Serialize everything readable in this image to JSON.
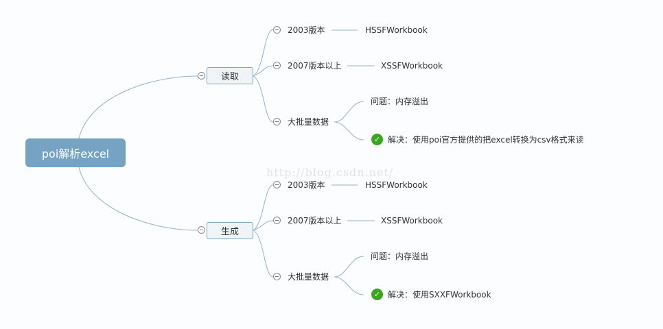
{
  "root": {
    "label": "poi解析excel"
  },
  "branches": [
    {
      "label": "读取",
      "children": [
        {
          "label": "2003版本",
          "child": "HSSFWorkbook"
        },
        {
          "label": "2007版本以上",
          "child": "XSSFWorkbook"
        },
        {
          "label": "大批量数据",
          "problem": "问题：内存溢出",
          "solution": "解决：使用poi官方提供的把excel转换为csv格式来读"
        }
      ]
    },
    {
      "label": "生成",
      "children": [
        {
          "label": "2003版本",
          "child": "HSSFWorkbook"
        },
        {
          "label": "2007版本以上",
          "child": "XSSFWorkbook"
        },
        {
          "label": "大批量数据",
          "problem": "问题：内存溢出",
          "solution": "解决：使用SXXFWorkbook"
        }
      ]
    }
  ],
  "watermark": "http://blog.csdn.net/",
  "colors": {
    "root": "#76a3c3",
    "line": "#7fa5c2",
    "check": "#3aa520"
  }
}
